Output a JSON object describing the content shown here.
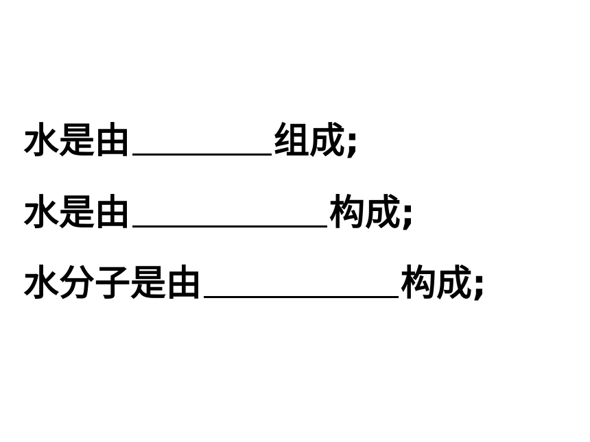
{
  "lines": [
    {
      "prefix": "水是由",
      "suffix": "组成;"
    },
    {
      "prefix": "水是由",
      "suffix": "构成;"
    },
    {
      "prefix": "水分子是由",
      "suffix": "构成;"
    }
  ]
}
